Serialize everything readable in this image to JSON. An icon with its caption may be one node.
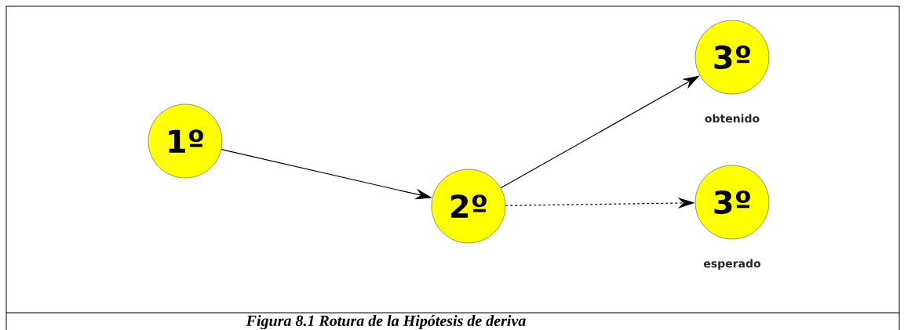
{
  "diagram": {
    "caption": "Figura 8.1 Rotura de la Hipótesis de deriva",
    "nodes": [
      {
        "text": [
          "1º"
        ]
      },
      {
        "text": [
          "2º"
        ]
      },
      {
        "text": [
          "3º"
        ],
        "beside": [
          "obtenido"
        ]
      },
      {
        "text": [
          "3º"
        ],
        "beside": [
          "esperado"
        ]
      }
    ],
    "edges": [
      {
        "from": 0,
        "to": 1,
        "arrow": "to"
      },
      {
        "from": 1,
        "to": 2,
        "arrow": "to"
      },
      {
        "from": 1,
        "to": 3,
        "arrow": "to",
        "style": "dashed"
      }
    ]
  }
}
